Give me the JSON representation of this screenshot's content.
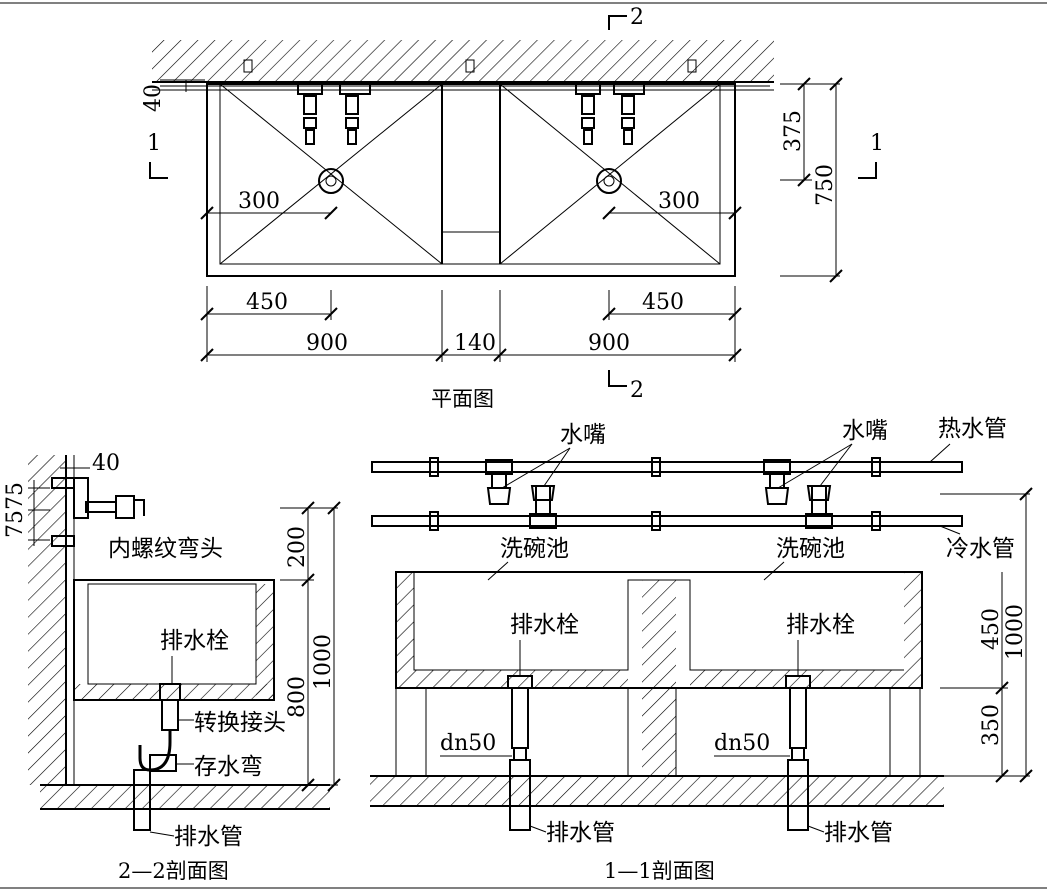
{
  "plan": {
    "caption": "平面图",
    "section_marks": {
      "top": "2",
      "bottom": "2",
      "left": "1",
      "right": "1"
    },
    "dims": {
      "d40": "40",
      "d375": "375",
      "d750": "750",
      "d300_left": "300",
      "d300_right": "300",
      "d450_left": "450",
      "d450_right": "450",
      "d900_left": "900",
      "d140": "140",
      "d900_right": "900"
    }
  },
  "section22": {
    "caption": "2—2剖面图",
    "dims": {
      "d40": "40",
      "d75a": "75",
      "d75b": "75",
      "d200": "200",
      "d800": "800",
      "d1000": "1000"
    },
    "labels": {
      "elbow": "内螺纹弯头",
      "drain_plug": "排水栓",
      "adapter": "转换接头",
      "trap": "存水弯",
      "drain_pipe": "排水管"
    }
  },
  "section11": {
    "caption": "1—1剖面图",
    "dims": {
      "d450": "450",
      "d350": "350",
      "d1000": "1000"
    },
    "labels": {
      "faucet_left": "水嘴",
      "faucet_right": "水嘴",
      "hot_pipe": "热水管",
      "cold_pipe": "冷水管",
      "sink_left": "洗碗池",
      "sink_right": "洗碗池",
      "plug_left": "排水栓",
      "plug_right": "排水栓",
      "dn_left": "dn50",
      "dn_right": "dn50",
      "drain_left": "排水管",
      "drain_right": "排水管"
    }
  }
}
